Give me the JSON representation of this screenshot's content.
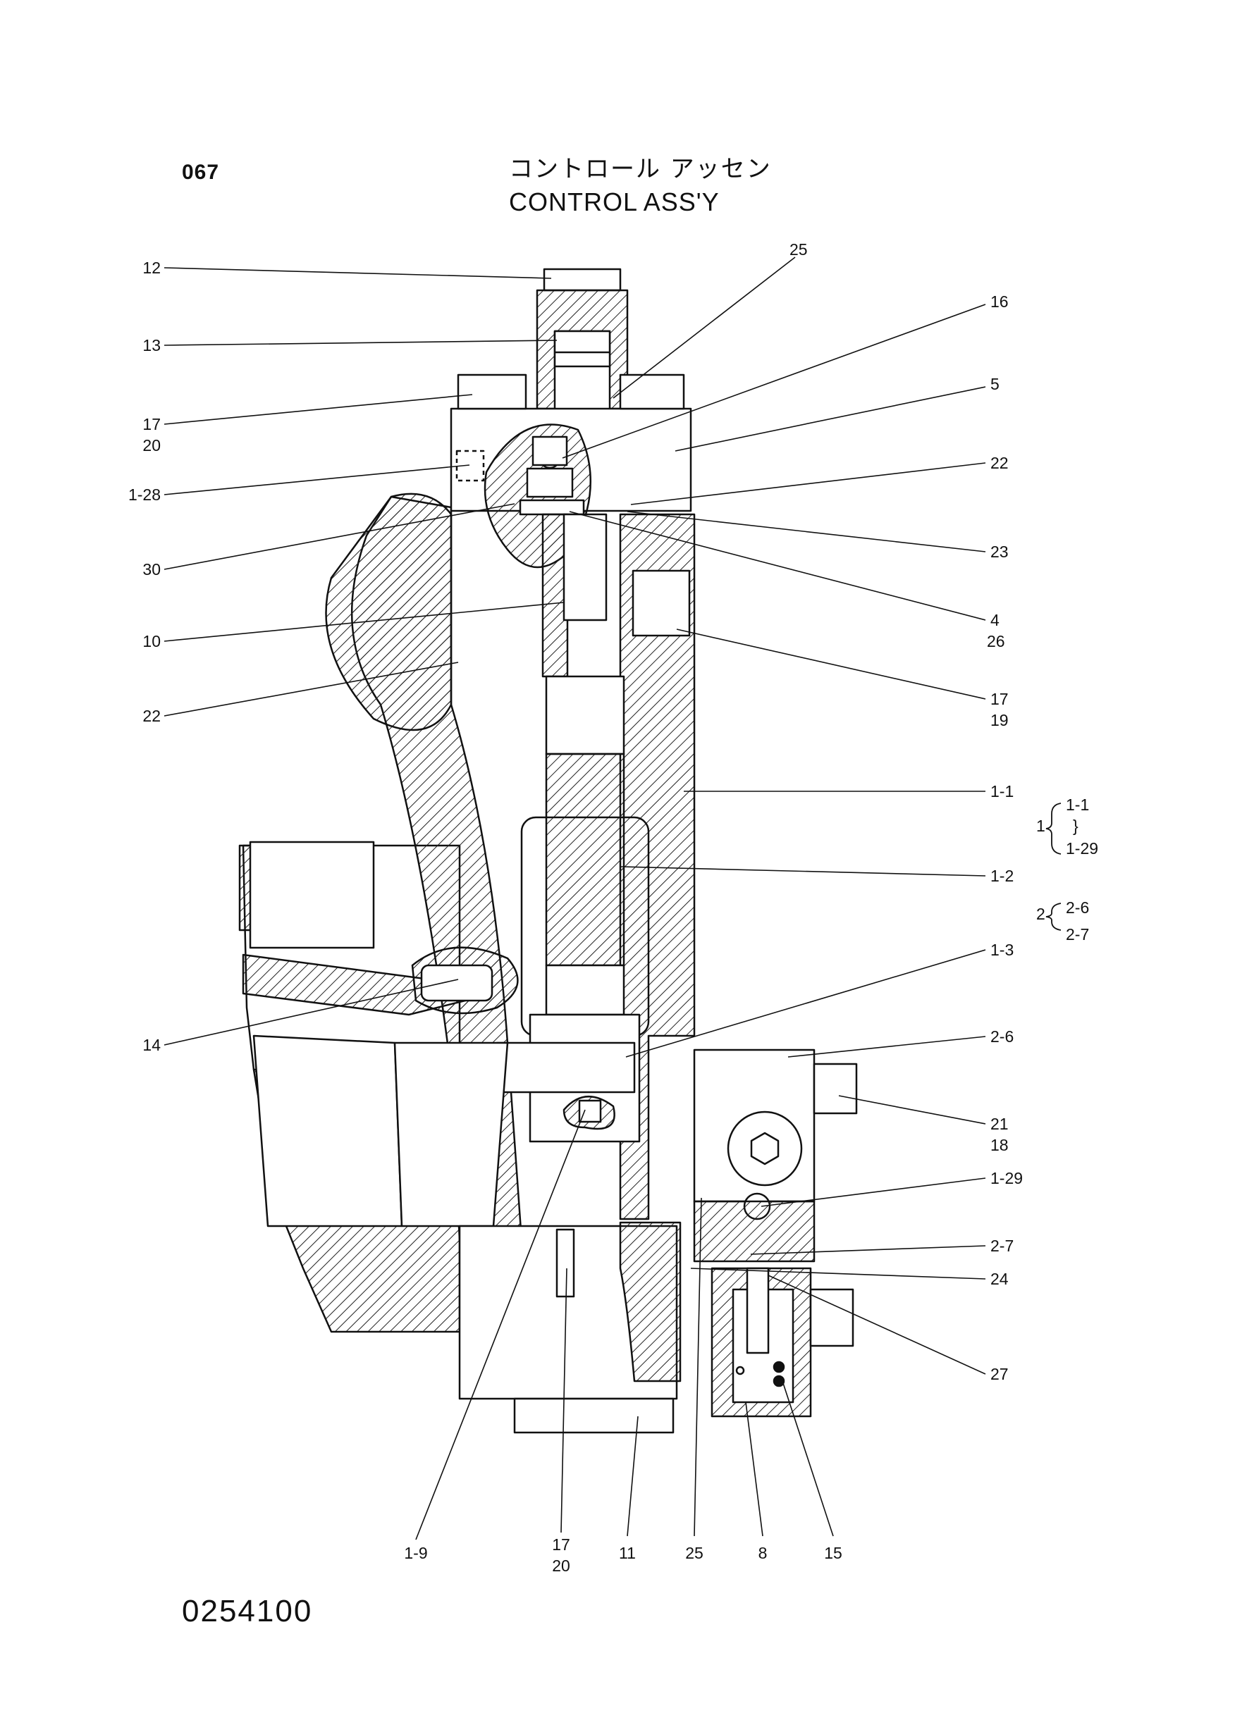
{
  "page_number": "067",
  "title_jp": "コントロール アッセン",
  "title_en": "CONTROL ASS'Y",
  "drawing_number": "0254100",
  "callouts": {
    "c12": "12",
    "c13": "13",
    "c17": "17",
    "c20": "20",
    "c1_28": "1-28",
    "c30": "30",
    "c10": "10",
    "c22_left": "22",
    "c14": "14",
    "c25_top": "25",
    "c16": "16",
    "c5": "5",
    "c22_right": "22",
    "c23": "23",
    "c4": "4",
    "c26": "26",
    "c17_r": "17",
    "c19": "19",
    "c1_1": "1-1",
    "c1_2": "1-2",
    "c1_3": "1-3",
    "c2_6": "2-6",
    "c21": "21",
    "c18": "18",
    "c1_29": "1-29",
    "c2_7": "2-7",
    "c24": "24",
    "c27": "27",
    "c1_9": "1-9",
    "c17_b": "17",
    "c20_b": "20",
    "c11": "11",
    "c25_b": "25",
    "c8": "8",
    "c15": "15"
  },
  "groups": {
    "g1_num": "1",
    "g1_top": "1-1",
    "g1_mid": "}",
    "g1_bot": "1-29",
    "g2_num": "2",
    "g2_top": "2-6",
    "g2_bot": "2-7"
  }
}
